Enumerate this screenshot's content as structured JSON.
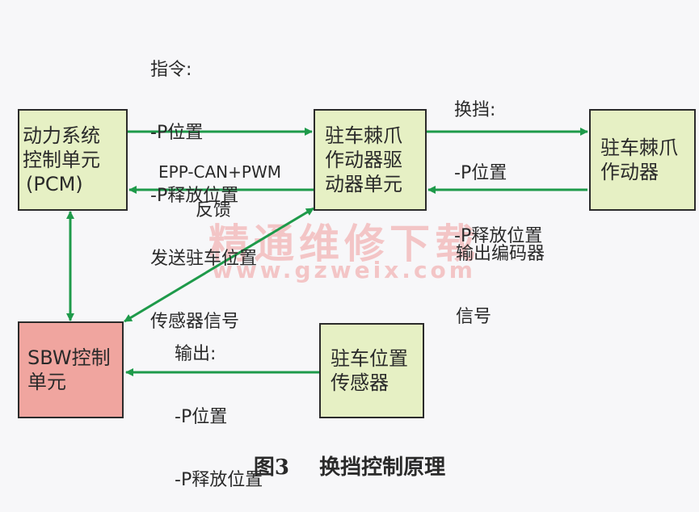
{
  "boxes": {
    "pcm": [
      "动力系统",
      "控制单元",
      "(PCM)"
    ],
    "driver": [
      "驻车棘爪",
      "作动器驱",
      "动器单元"
    ],
    "actuator": [
      "驻车棘爪",
      "作动器"
    ],
    "sbw": [
      "SBW控制",
      "单元"
    ],
    "sensor": [
      "驻车位置",
      "传感器"
    ]
  },
  "labels": {
    "command": [
      "指令:",
      "-P位置",
      "-P释放位置",
      "发送驻车位置",
      "传感器信号"
    ],
    "shift": [
      "换挡:",
      "-P位置",
      "-P释放位置"
    ],
    "epp": "EPP-CAN+PWM",
    "feedback": "反馈",
    "encoder": [
      "输出编码器",
      "信号"
    ],
    "output": [
      "输出:",
      "-P位置",
      "-P释放位置"
    ]
  },
  "watermark": {
    "cn": "精通维修下载",
    "url": "www.gzweix.com"
  },
  "caption": {
    "fig": "图3",
    "title": "换挡控制原理"
  },
  "colors": {
    "arrow": "#1e9a4a",
    "box_green": "#e6f0c4",
    "box_pink": "#f0a59f"
  }
}
